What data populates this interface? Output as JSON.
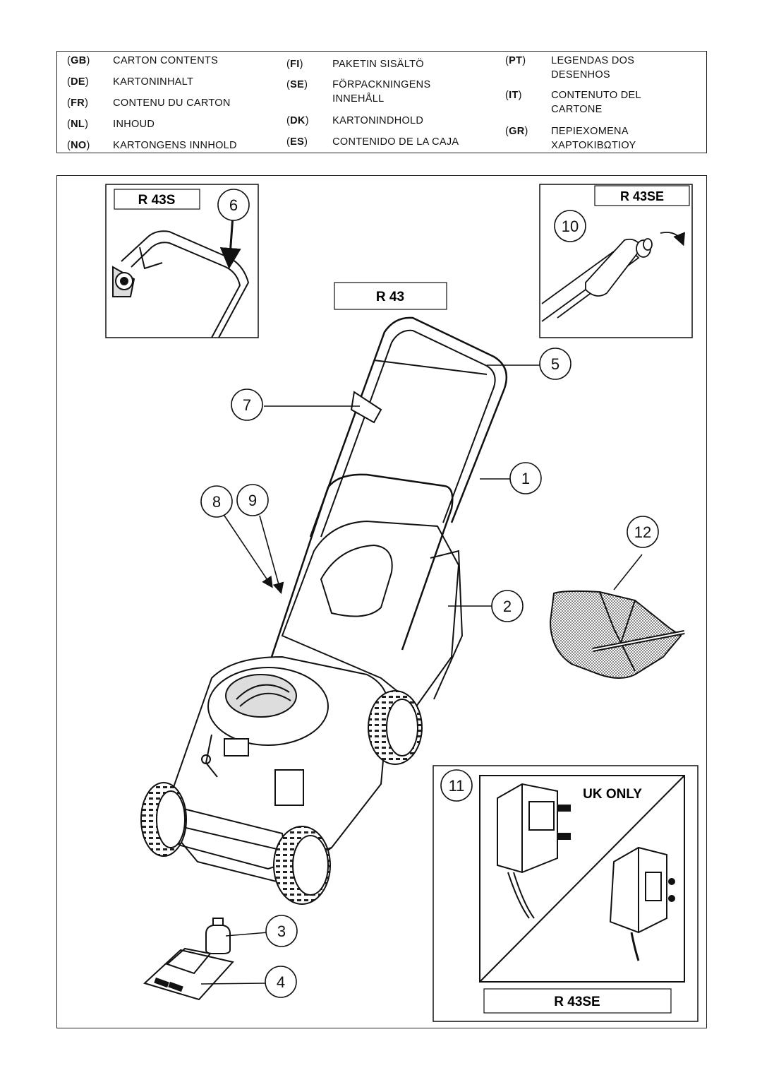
{
  "legend": {
    "items": [
      {
        "code": "GB",
        "text": "CARTON CONTENTS"
      },
      {
        "code": "DE",
        "text": "KARTONINHALT"
      },
      {
        "code": "FR",
        "text": "CONTENU DU CARTON"
      },
      {
        "code": "NL",
        "text": "INHOUD"
      },
      {
        "code": "NO",
        "text": "KARTONGENS INNHOLD"
      },
      {
        "code": "FI",
        "text": "PAKETIN SISÄLTÖ"
      },
      {
        "code": "SE",
        "text": "FÖRPACKNINGENS\nINNEHÅLL"
      },
      {
        "code": "DK",
        "text": "KARTONINDHOLD"
      },
      {
        "code": "ES",
        "text": "CONTENIDO DE LA CAJA"
      },
      {
        "code": "PT",
        "text": "LEGENDAS  DOS\nDESENHOS"
      },
      {
        "code": "IT",
        "text": "CONTENUTO DEL\nCARTONE"
      },
      {
        "code": "GR",
        "text": "ΠΕΡΙΕΧΟΜΕΝΑ\nΧΑΡΤΟΚΙΒΩΤΙΟΥ"
      }
    ]
  },
  "figure": {
    "model_main": "R 43",
    "model_inset_left": "R 43S",
    "model_inset_right": "R 43SE",
    "model_charger": "R 43SE",
    "uk_only": "UK ONLY",
    "callouts": [
      "1",
      "2",
      "3",
      "4",
      "5",
      "6",
      "7",
      "8",
      "9",
      "10",
      "11",
      "12"
    ]
  }
}
